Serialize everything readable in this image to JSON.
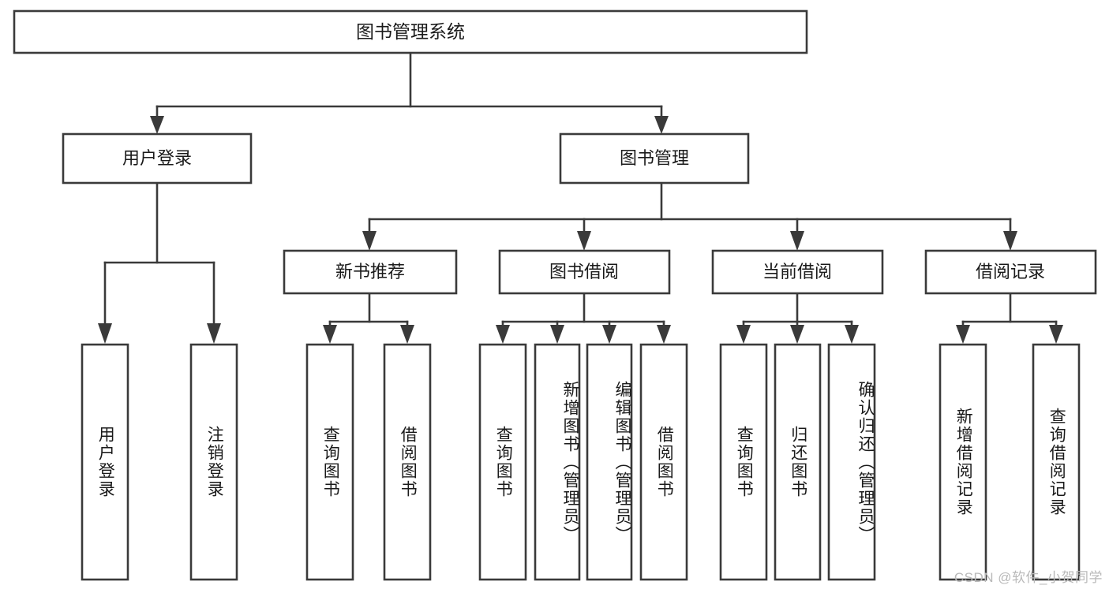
{
  "diagram": {
    "type": "hierarchy-flowchart",
    "title": "图书管理系统",
    "watermark": "CSDN @软件_小贺同学",
    "colors": {
      "stroke": "#3a3a3a",
      "fill": "#ffffff",
      "text": "#1a1a1a",
      "watermark": "#b9b9b9",
      "background": "#ffffff"
    },
    "levels": {
      "level1": "root",
      "level2": "modules",
      "level3": "sub-modules",
      "level4": "operations"
    },
    "root": {
      "label": "图书管理系统"
    },
    "modules": [
      {
        "label": "用户登录"
      },
      {
        "label": "图书管理"
      }
    ],
    "submodules": [
      {
        "label": "新书推荐"
      },
      {
        "label": "图书借阅"
      },
      {
        "label": "当前借阅"
      },
      {
        "label": "借阅记录"
      }
    ],
    "leaves": {
      "user_login": [
        {
          "label": "用户登录"
        },
        {
          "label": "注销登录"
        }
      ],
      "new_book_recommend": [
        {
          "label": "查询图书"
        },
        {
          "label": "借阅图书"
        }
      ],
      "book_borrow": [
        {
          "label": "查询图书"
        },
        {
          "label": "新增图书（管理员）"
        },
        {
          "label": "编辑图书（管理员）"
        },
        {
          "label": "借阅图书"
        }
      ],
      "current_borrow": [
        {
          "label": "查询图书"
        },
        {
          "label": "归还图书"
        },
        {
          "label": "确认归还（管理员）"
        }
      ],
      "borrow_records": [
        {
          "label": "新增借阅记录"
        },
        {
          "label": "查询借阅记录"
        }
      ]
    }
  }
}
